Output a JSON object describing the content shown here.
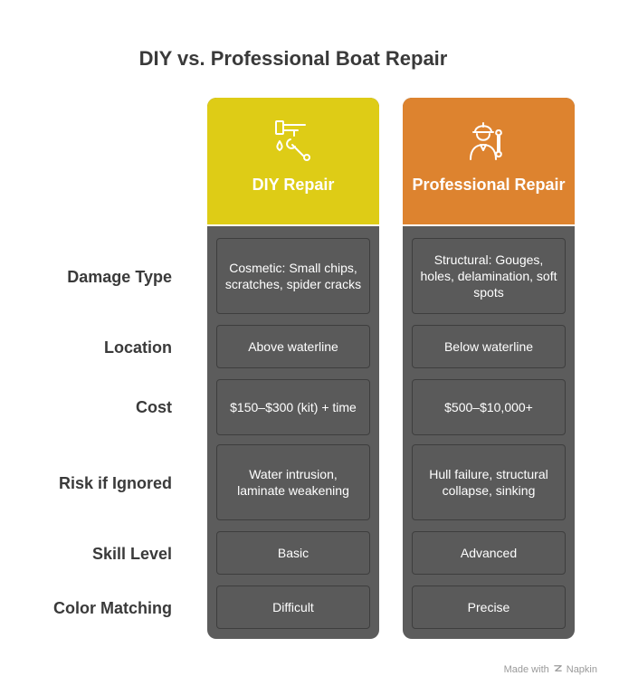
{
  "title": "DIY vs. Professional Boat Repair",
  "columns": [
    {
      "label": "DIY Repair",
      "color": "#decc16",
      "icon": "faucet-wrench-icon"
    },
    {
      "label": "Professional Repair",
      "color": "#dd832f",
      "icon": "worker-wrench-icon"
    }
  ],
  "rows": [
    {
      "label": "Damage Type",
      "diy": "Cosmetic: Small chips, scratches, spider cracks",
      "pro": "Structural: Gouges, holes, delamination, soft spots"
    },
    {
      "label": "Location",
      "diy": "Above waterline",
      "pro": "Below waterline"
    },
    {
      "label": "Cost",
      "diy": "$150–$300 (kit) + time",
      "pro": "$500–$10,000+"
    },
    {
      "label": "Risk if Ignored",
      "diy": "Water intrusion, laminate weakening",
      "pro": "Hull failure, structural collapse, sinking"
    },
    {
      "label": "Skill Level",
      "diy": "Basic",
      "pro": "Advanced"
    },
    {
      "label": "Color Matching",
      "diy": "Difficult",
      "pro": "Precise"
    }
  ],
  "footer": {
    "made_with": "Made with",
    "brand": "Napkin"
  }
}
